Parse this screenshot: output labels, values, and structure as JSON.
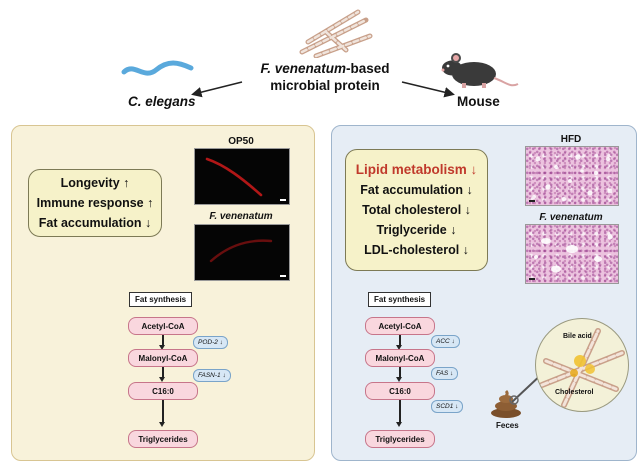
{
  "header": {
    "title_species": "F. venenatum",
    "title_suffix": "-based",
    "title_line2": "microbial protein",
    "left_organism": "C. elegans",
    "right_organism": "Mouse"
  },
  "left_panel": {
    "effects": [
      "Longevity ↑",
      "Immune response ↑",
      "Fat accumulation ↓"
    ],
    "image_labels": [
      "OP50",
      "F. venenatum"
    ],
    "pathway": {
      "title": "Fat synthesis",
      "metabolites": [
        "Acetyl-CoA",
        "Malonyl-CoA",
        "C16:0",
        "Triglycerides"
      ],
      "enzymes": [
        "POD-2 ↓",
        "FASN-1 ↓"
      ]
    }
  },
  "right_panel": {
    "effects": [
      "Lipid metabolism ↓",
      "Fat accumulation ↓",
      "Total cholesterol ↓",
      "Triglyceride ↓",
      "LDL-cholesterol ↓"
    ],
    "image_labels": [
      "HFD",
      "F. venenatum"
    ],
    "pathway": {
      "title": "Fat synthesis",
      "metabolites": [
        "Acetyl-CoA",
        "Malonyl-CoA",
        "C16:0",
        "Triglycerides"
      ],
      "enzymes": [
        "ACC ↓",
        "FAS ↓",
        "SCD1 ↓"
      ]
    },
    "feces_label": "Feces",
    "zoom_labels": [
      "Bile acid",
      "Cholesterol"
    ]
  },
  "colors": {
    "left_panel_bg": "#f8f2da",
    "right_panel_bg": "#e6edf5",
    "highlight_red": "#c0392b",
    "metabolite_pink": "#f9d7de",
    "enzyme_blue": "#d7e7f5"
  }
}
